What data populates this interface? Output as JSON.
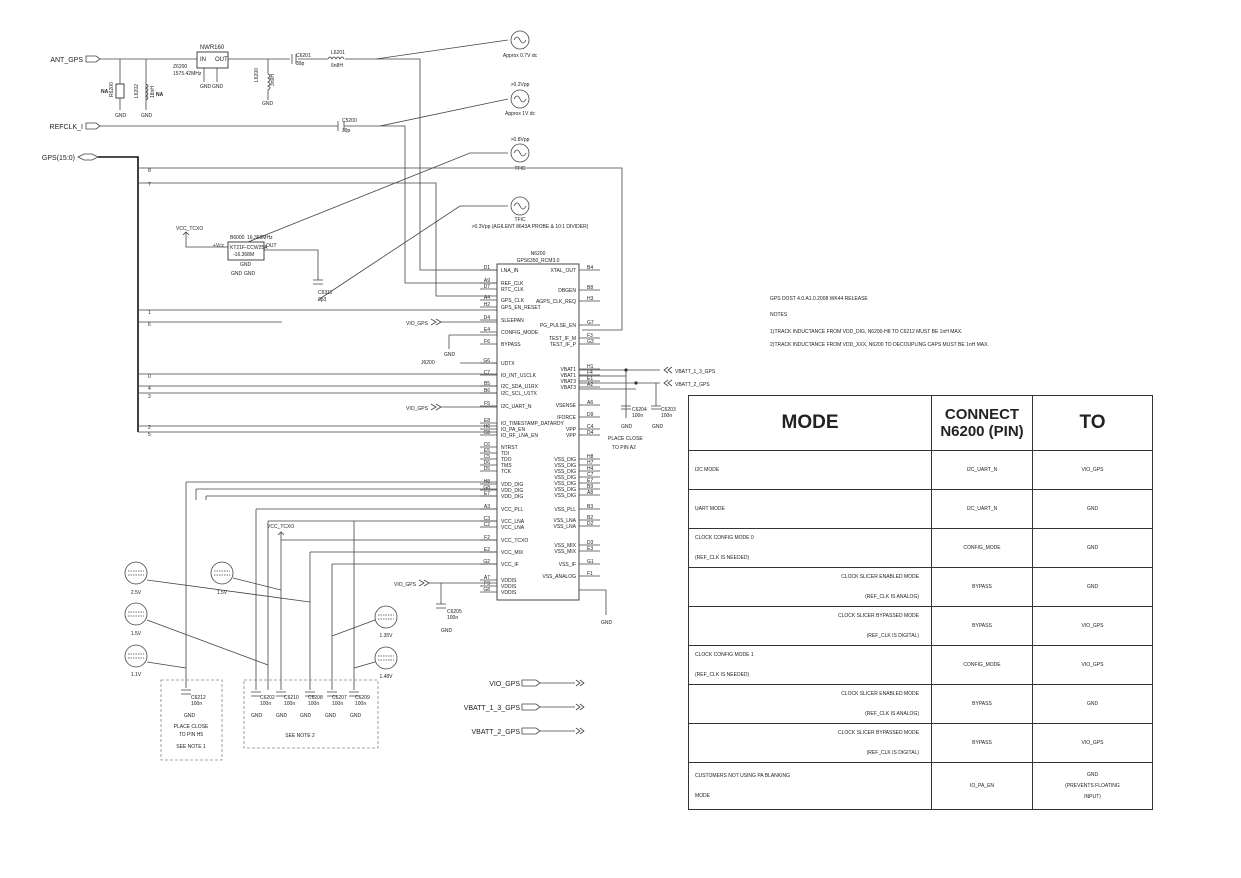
{
  "ports": {
    "ant_gps": "ANT_GPS",
    "refclk": "REFCLK_I",
    "gps_bus": "GPS(15:0)",
    "vio_out": "VIO_GPS",
    "vbatt13_out": "VBATT_1_3_GPS",
    "vbatt2_out": "VBATT_2_GPS",
    "vbatt13_in": "VBATT_1_3_GPS",
    "vbatt2_in": "VBATT_2_GPS"
  },
  "lna": {
    "ref": "NWR160",
    "in": "IN",
    "out": "OUT",
    "gnd1": "GND",
    "gnd2": "GND"
  },
  "input_parts": {
    "z_ref": "Z6200",
    "z_val": "1575.42MHz",
    "c6201": "C6201",
    "c6201_val": "39p",
    "l6201": "L6201",
    "l6201_val": "6n8H",
    "l6200": "L6200",
    "l6200_val": "3n9H",
    "gnd_l6200": "GND",
    "na1": "NA",
    "na2": "NA",
    "r1_ref": "R6200",
    "r1_val": "1k5",
    "r2_ref": "L6202",
    "r2_val": "18nH",
    "gnd_a": "GND",
    "gnd_b": "GND",
    "c5200": "C5200",
    "c5200_val": "39p"
  },
  "probes": {
    "p1": "Approx 0.7V dc",
    "p2_top": ">0.2Vpp",
    "p2": "Approx 1V dc",
    "p3_top": ">0.8Vpp",
    "p3": "TFIC",
    "p4": "TFIC",
    "p4_note": ">0.3Vpp (AGILENT 8643A PROBE & 10:1 DIVIDER)"
  },
  "tcxo": {
    "net": "VCC_TCXO",
    "ref": "B6000",
    "freq": "16.368MHz",
    "part": "KT21F-CCW25A",
    "val": "-16.368M",
    "vcc": "+Vcc",
    "out": "OUT",
    "gnd": "GND",
    "gnd_a": "GND",
    "gnd_b": "GND",
    "cap_ref": "C6311",
    "cap_val": "3p3"
  },
  "bus_taps": [
    "8",
    "7",
    "1",
    "6",
    "0",
    "4",
    "3",
    "2",
    "5"
  ],
  "ic": {
    "ref": "N6200",
    "part": "GPS6350_RCM3.0",
    "left_pins": [
      {
        "num": "D1",
        "name": "LNA_IN"
      },
      {
        "num": "A9",
        "name": "REF_CLK"
      },
      {
        "num": "D7",
        "name": "RTC_CLK"
      },
      {
        "num": "A4",
        "name": "GPS_CLK"
      },
      {
        "num": "H2",
        "name": "GPS_EN_RESET"
      },
      {
        "num": "D4",
        "name": "SLEEPAN"
      },
      {
        "num": "E4",
        "name": "CONFIG_MODE"
      },
      {
        "num": "F6",
        "name": "BYPASS"
      },
      {
        "num": "G6",
        "name": "UDTX"
      },
      {
        "num": "C7",
        "name": "IO_INT_U1CLK"
      },
      {
        "num": "B5",
        "name": "I2C_SDA_U1RX"
      },
      {
        "num": "B6",
        "name": "I2C_SCL_U1TX"
      },
      {
        "num": "F5",
        "name": "I2C_UART_N"
      },
      {
        "num": "E8",
        "name": "IO_TIMESTAMP_DATARDY"
      },
      {
        "num": "H6",
        "name": "IO_PA_EN"
      },
      {
        "num": "C8",
        "name": "IO_RF_LNA_EN"
      },
      {
        "num": "C6",
        "name": "NTRST"
      },
      {
        "num": "E5",
        "name": "TDI"
      },
      {
        "num": "C5",
        "name": "TDO"
      },
      {
        "num": "D6",
        "name": "TMS"
      },
      {
        "num": "D5",
        "name": "TCK"
      },
      {
        "num": "H8",
        "name": "VDD_DIG"
      },
      {
        "num": "G8",
        "name": "VDD_DIG"
      },
      {
        "num": "E7",
        "name": "VDD_DIG"
      },
      {
        "num": "A3",
        "name": "VCC_PLL"
      },
      {
        "num": "C3",
        "name": "VCC_LNA"
      },
      {
        "num": "C2",
        "name": "VCC_LNA"
      },
      {
        "num": "F2",
        "name": "VCC_TCXO"
      },
      {
        "num": "E2",
        "name": "VCC_MIX"
      },
      {
        "num": "G2",
        "name": "VCC_IF"
      },
      {
        "num": "A7",
        "name": "VDDIS"
      },
      {
        "num": "F9",
        "name": "VDDIS"
      },
      {
        "num": "G8",
        "name": "VDDIS"
      }
    ],
    "right_pins": [
      {
        "num": "B4",
        "name": "XTAL_OUT"
      },
      {
        "num": "B8",
        "name": "DBGEN"
      },
      {
        "num": "H3",
        "name": "AGPS_CLK_REQ"
      },
      {
        "num": "G7",
        "name": "PG_PULSE_EN"
      },
      {
        "num": "F3",
        "name": "TEST_IF_M"
      },
      {
        "num": "G3",
        "name": "TEST_IF_P"
      },
      {
        "num": "H1",
        "name": "VBAT1"
      },
      {
        "num": "F4",
        "name": "VBAT1"
      },
      {
        "num": "E1",
        "name": "VBAT3"
      },
      {
        "num": "A2",
        "name": "VBAT3"
      },
      {
        "num": "A6",
        "name": "VSENSE"
      },
      {
        "num": "D9",
        "name": "IFORCE"
      },
      {
        "num": "C4",
        "name": "VPP"
      },
      {
        "num": "D4",
        "name": "VPP"
      },
      {
        "num": "H8",
        "name": "VSS_DIG"
      },
      {
        "num": "H7",
        "name": "VSS_DIG"
      },
      {
        "num": "H4",
        "name": "VSS_DIG"
      },
      {
        "num": "C7",
        "name": "VSS_DIG"
      },
      {
        "num": "E7",
        "name": "VSS_DIG"
      },
      {
        "num": "B9",
        "name": "VSS_DIG"
      },
      {
        "num": "A8",
        "name": "VSS_DIG"
      },
      {
        "num": "B3",
        "name": "VSS_PLL"
      },
      {
        "num": "B2",
        "name": "VSS_LNA"
      },
      {
        "num": "D2",
        "name": "VSS_LNA"
      },
      {
        "num": "D3",
        "name": "VSS_MIX"
      },
      {
        "num": "E3",
        "name": "VSS_MIX"
      },
      {
        "num": "G1",
        "name": "VSS_IF"
      },
      {
        "num": "F1",
        "name": "VSS_ANALOG"
      }
    ]
  },
  "side_nets": {
    "vio1": "VIO_GPS",
    "vio2": "VIO_GPS",
    "vio3": "VIO_GPS",
    "gnd_cfg": "GND",
    "j6200": "J6200",
    "gnd_ic": "GND",
    "c6204": "C6204",
    "c6204_val": "100n",
    "c6203": "C6203",
    "c6203_val": "100n",
    "c6205": "C6205",
    "c6205_val": "100n",
    "gnd_c6204": "GND",
    "gnd_c6203": "GND",
    "gnd_c6205": "GND",
    "place_close_vpp_1": "PLACE CLOSE",
    "place_close_vpp_2": "TO PIN A2",
    "vcc_tcxo_2": "VCC_TCXO"
  },
  "notes": {
    "release": "GPS DOST 4.0.A1.0.2008 WK44 RELEASE",
    "title": "NOTES",
    "n1": "1)TRACK INDUCTANCE FROM VDD_DIG, N6200-H8 TO C6212 MUST BE 1nH MAX.",
    "n2": "2)TRACK INDUCTANCE FROM VDD_XXX, N6200 TO DECOUPLING CAPS MUST BE 1nH MAX."
  },
  "meters": [
    "2.5V",
    "1.5V",
    "1.1V",
    "1.5V",
    "1.35V",
    "1.48V"
  ],
  "decaps": {
    "c6212": "C6212",
    "c6212_val": "100n",
    "c6202": "C6202",
    "c6202_val": "100n",
    "c6210": "C6210",
    "c6210_val": "100n",
    "c6208": "C6208",
    "c6208_val": "100n",
    "c6207": "C6207",
    "c6207_val": "100n",
    "c6209": "C6209",
    "c6209_val": "100n",
    "gnd": "GND",
    "box1_l1": "PLACE CLOSE",
    "box1_l2": "TO PIN H5",
    "box1_l3": "SEE NOTE 1",
    "box2_l1": "SEE NOTE 2"
  },
  "table": {
    "headers": [
      "MODE",
      "CONNECT N6200 (PIN)",
      "TO"
    ],
    "rows": [
      {
        "mode": "I2C MODE",
        "mode2": "",
        "pin": "I2C_UART_N",
        "to": "VIO_GPS"
      },
      {
        "mode": "UART MODE",
        "mode2": "",
        "pin": "I2C_UART_N",
        "to": "GND"
      },
      {
        "mode": "CLOCK CONFIG MODE 0",
        "mode2": "(REF_CLK IS NEEDED)",
        "pin": "CONFIG_MODE",
        "to": "GND"
      },
      {
        "mode": "CLOCK SLICER ENABLED MODE",
        "mode2": "(REF_CLK IS ANALOG)",
        "pin": "BYPASS",
        "to": "GND",
        "right": true
      },
      {
        "mode": "CLOCK SLICER BYPASSED MODE",
        "mode2": "(REF_CLK IS DIGITAL)",
        "pin": "BYPASS",
        "to": "VIO_GPS",
        "right": true
      },
      {
        "mode": "CLOCK CONFIG MODE 1",
        "mode2": "(REF_CLK IS NEEDED)",
        "pin": "CONFIG_MODE",
        "to": "VIO_GPS"
      },
      {
        "mode": "CLOCK SLICER ENABLED MODE",
        "mode2": "(REF_CLK IS ANALOG)",
        "pin": "BYPASS",
        "to": "GND",
        "right": true
      },
      {
        "mode": "CLOCK SLICER BYPASSED MODE",
        "mode2": "(REF_CLK IS DIGITAL)",
        "pin": "BYPASS",
        "to": "VIO_GPS",
        "right": true
      },
      {
        "mode": "CUSTOMERS NOT USING PA BLANKING",
        "mode2": "MODE",
        "pin": "IO_PA_EN",
        "to": "GND",
        "to2": "(PREVENTS FLOATING",
        "to3": "INPUT)"
      }
    ]
  }
}
